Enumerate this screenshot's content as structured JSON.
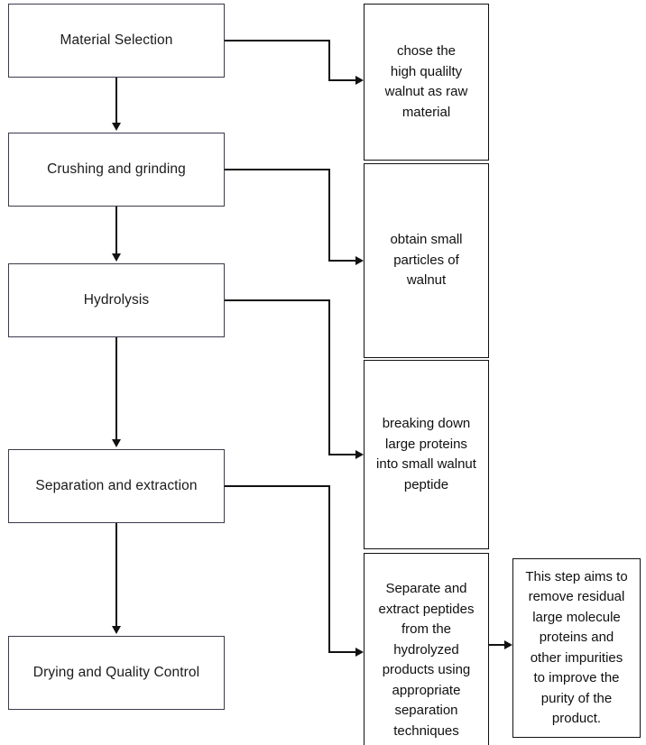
{
  "diagram": {
    "title": "Walnut Peptide Production Process Flowchart",
    "orientation": "top-to-bottom",
    "border_color_process": "#3b3b4d",
    "border_color_note": "#111111",
    "background": "#ffffff"
  },
  "process_steps": [
    {
      "id": "step-material-selection",
      "label": "Material Selection"
    },
    {
      "id": "step-crushing-grinding",
      "label": "Crushing and grinding"
    },
    {
      "id": "step-hydrolysis",
      "label": "Hydrolysis"
    },
    {
      "id": "step-separation-extraction",
      "label": "Separation and extraction"
    },
    {
      "id": "step-drying-quality-control",
      "label": "Drying and Quality Control"
    }
  ],
  "notes": [
    {
      "id": "note-material-selection",
      "text": "chose the\nhigh qualilty\nwalnut as raw\nmaterial"
    },
    {
      "id": "note-crushing-grinding",
      "text": "obtain small\nparticles of\nwalnut"
    },
    {
      "id": "note-hydrolysis",
      "text": "breaking down\nlarge  proteins\ninto small walnut\npeptide"
    },
    {
      "id": "note-separation-extraction",
      "text": "Separate and\nextract peptides\nfrom the\nhydrolyzed\nproducts using\nappropriate\nseparation\ntechniques"
    },
    {
      "id": "note-purification-detail",
      "text": "This step aims to\nremove residual\nlarge molecule\nproteins and\nother impurities\nto improve the\npurity of the\nproduct."
    }
  ],
  "connections": [
    {
      "from": "Material Selection",
      "to": "Crushing and grinding",
      "kind": "flow"
    },
    {
      "from": "Crushing and grinding",
      "to": "Hydrolysis",
      "kind": "flow"
    },
    {
      "from": "Hydrolysis",
      "to": "Separation and extraction",
      "kind": "flow"
    },
    {
      "from": "Separation and extraction",
      "to": "Drying and Quality Control",
      "kind": "flow"
    },
    {
      "from": "Material Selection",
      "to": "chose the high qualilty walnut as raw material",
      "kind": "annotation"
    },
    {
      "from": "Crushing and grinding",
      "to": "obtain small particles of walnut",
      "kind": "annotation"
    },
    {
      "from": "Hydrolysis",
      "to": "breaking down large proteins into small walnut peptide",
      "kind": "annotation"
    },
    {
      "from": "Separation and extraction",
      "to": "Separate and extract peptides from the hydrolyzed products using appropriate separation techniques",
      "kind": "annotation"
    },
    {
      "from": "Separate and extract peptides...",
      "to": "This step aims to remove residual large molecule proteins and other impurities to improve the purity of the product.",
      "kind": "annotation"
    }
  ]
}
